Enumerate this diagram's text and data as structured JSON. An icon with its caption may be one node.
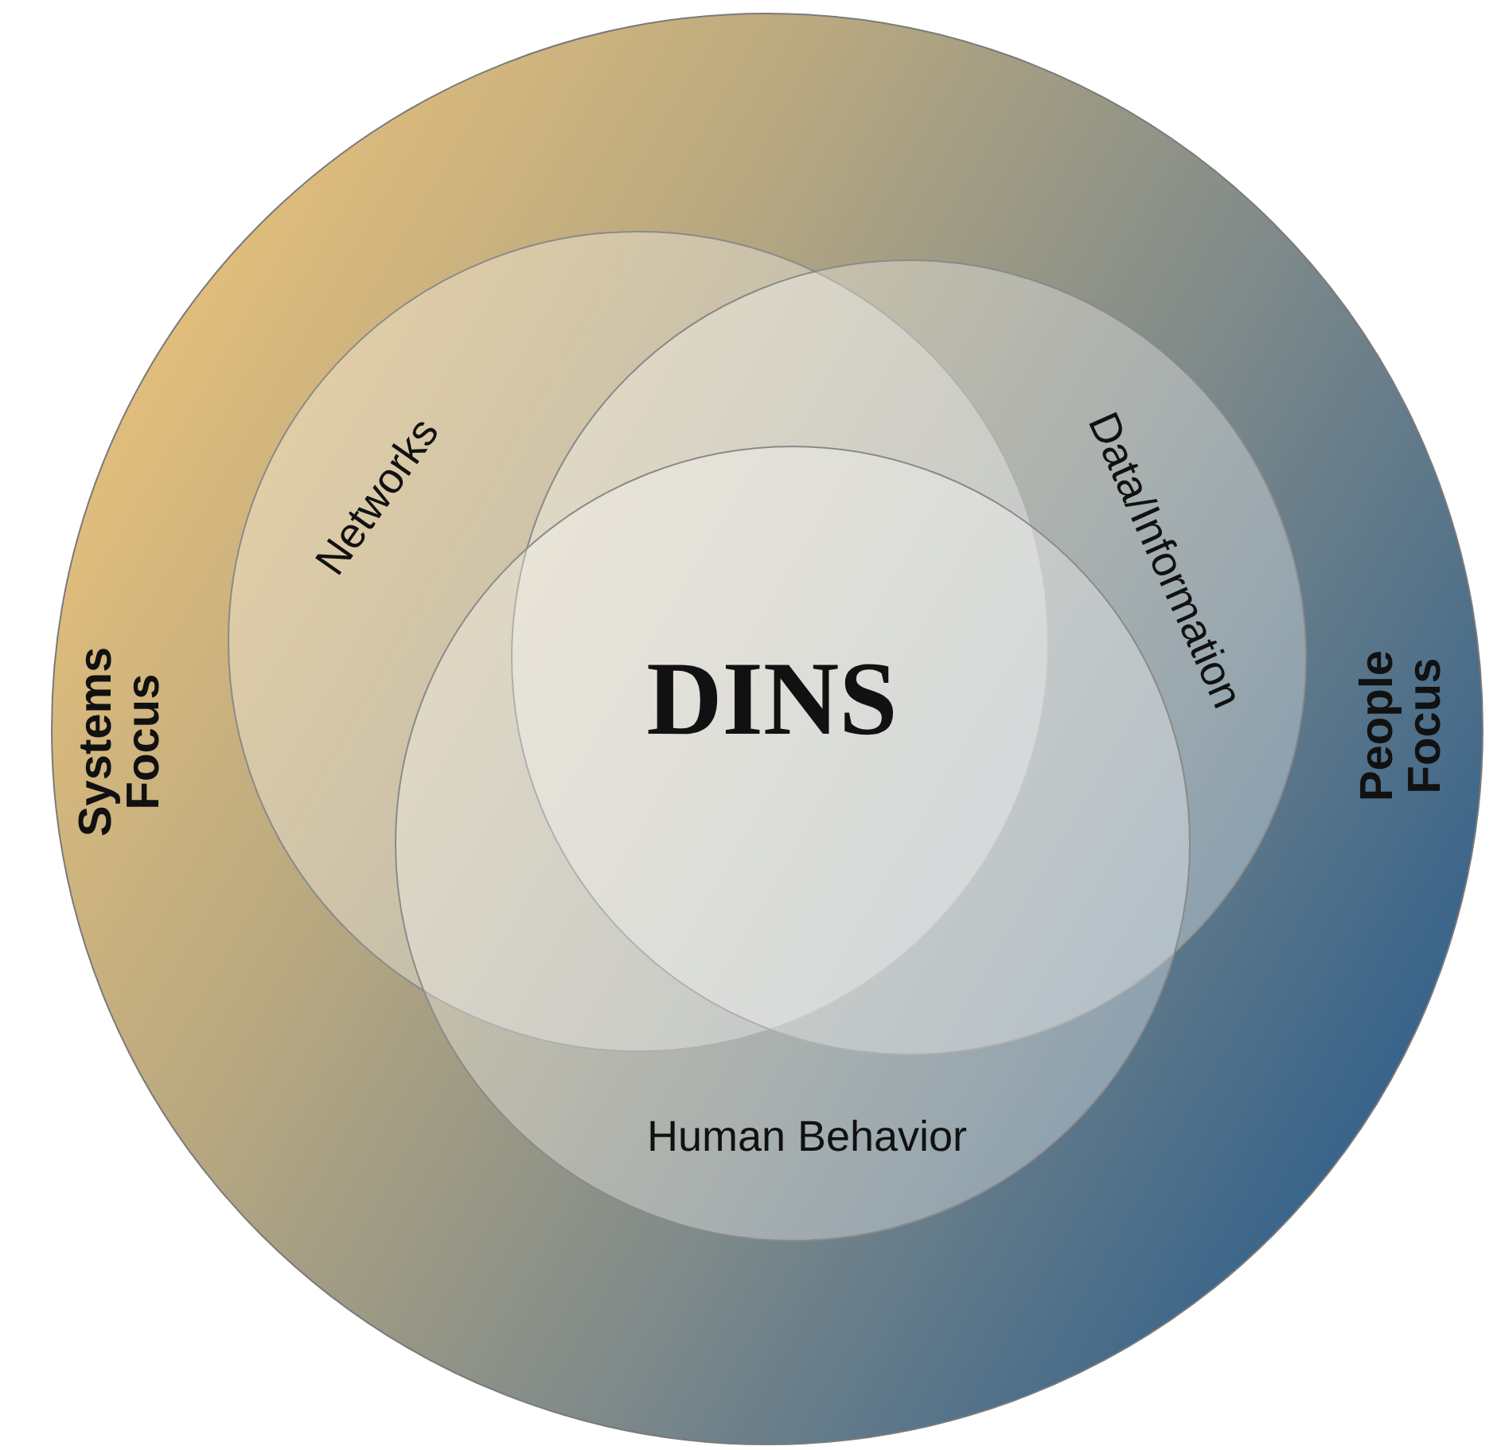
{
  "diagram": {
    "nodes": [
      {
        "text": [
          "Systems Focus",
          "People Focus"
        ]
      },
      {
        "text": [
          "Networks"
        ],
        "in": 0
      },
      {
        "text": [
          "Data/Information"
        ],
        "in": 0
      },
      {
        "text": [
          "Human Behavior"
        ],
        "in": 0
      }
    ],
    "labels": [
      "DINS"
    ]
  }
}
